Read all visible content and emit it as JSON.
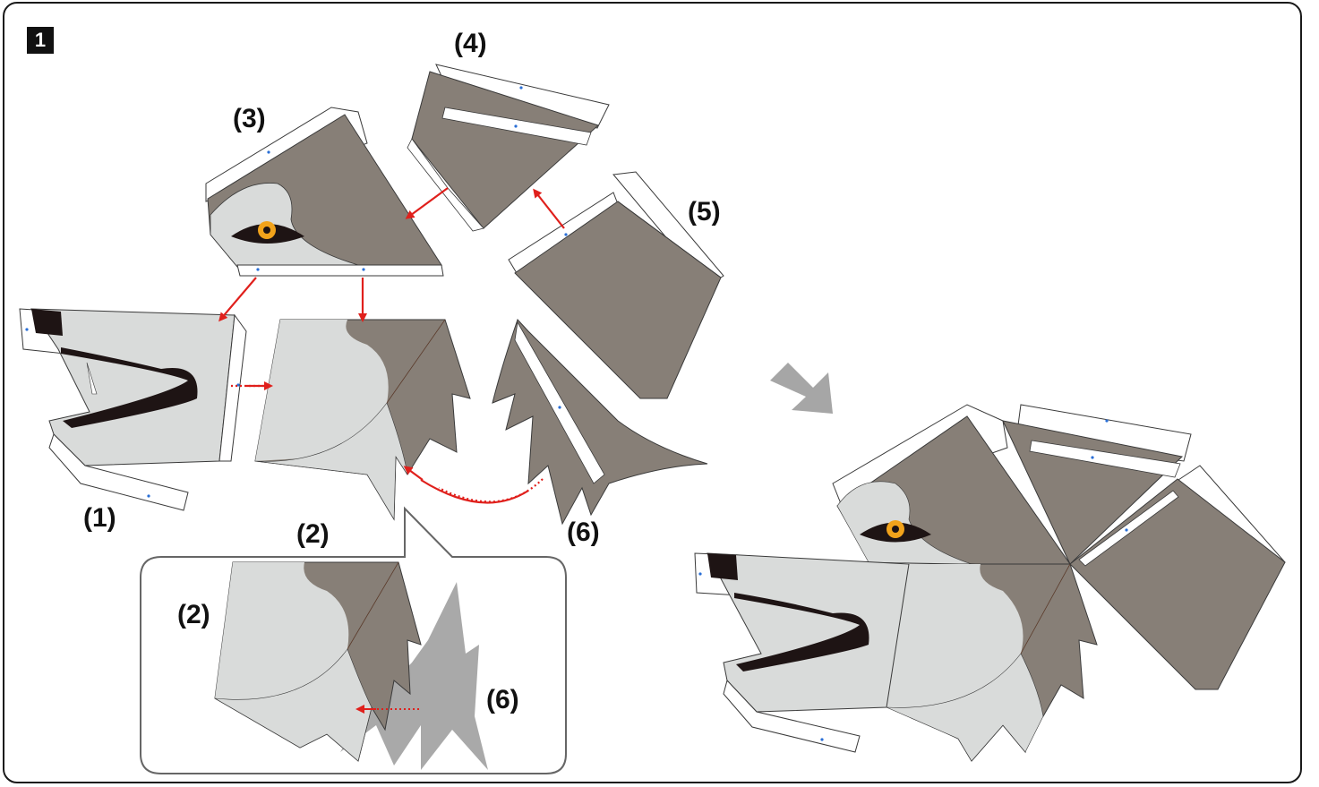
{
  "step": "1",
  "labels": {
    "p1": "(1)",
    "p2": "(2)",
    "p3": "(3)",
    "p4": "(4)",
    "p5": "(5)",
    "p6": "(6)",
    "inset_p2": "(2)",
    "inset_p6": "(6)"
  },
  "colors": {
    "fur_dark": "#877f77",
    "fur_light": "#d9dbda",
    "outline": "#3a3a3a",
    "arrow_red": "#e0201c",
    "arrow_gray": "#a6a6a6",
    "eye": "#f2a31b",
    "nose": "#1e1414",
    "tab_white": "#ffffff",
    "inset_gray": "#a9a9a9"
  }
}
